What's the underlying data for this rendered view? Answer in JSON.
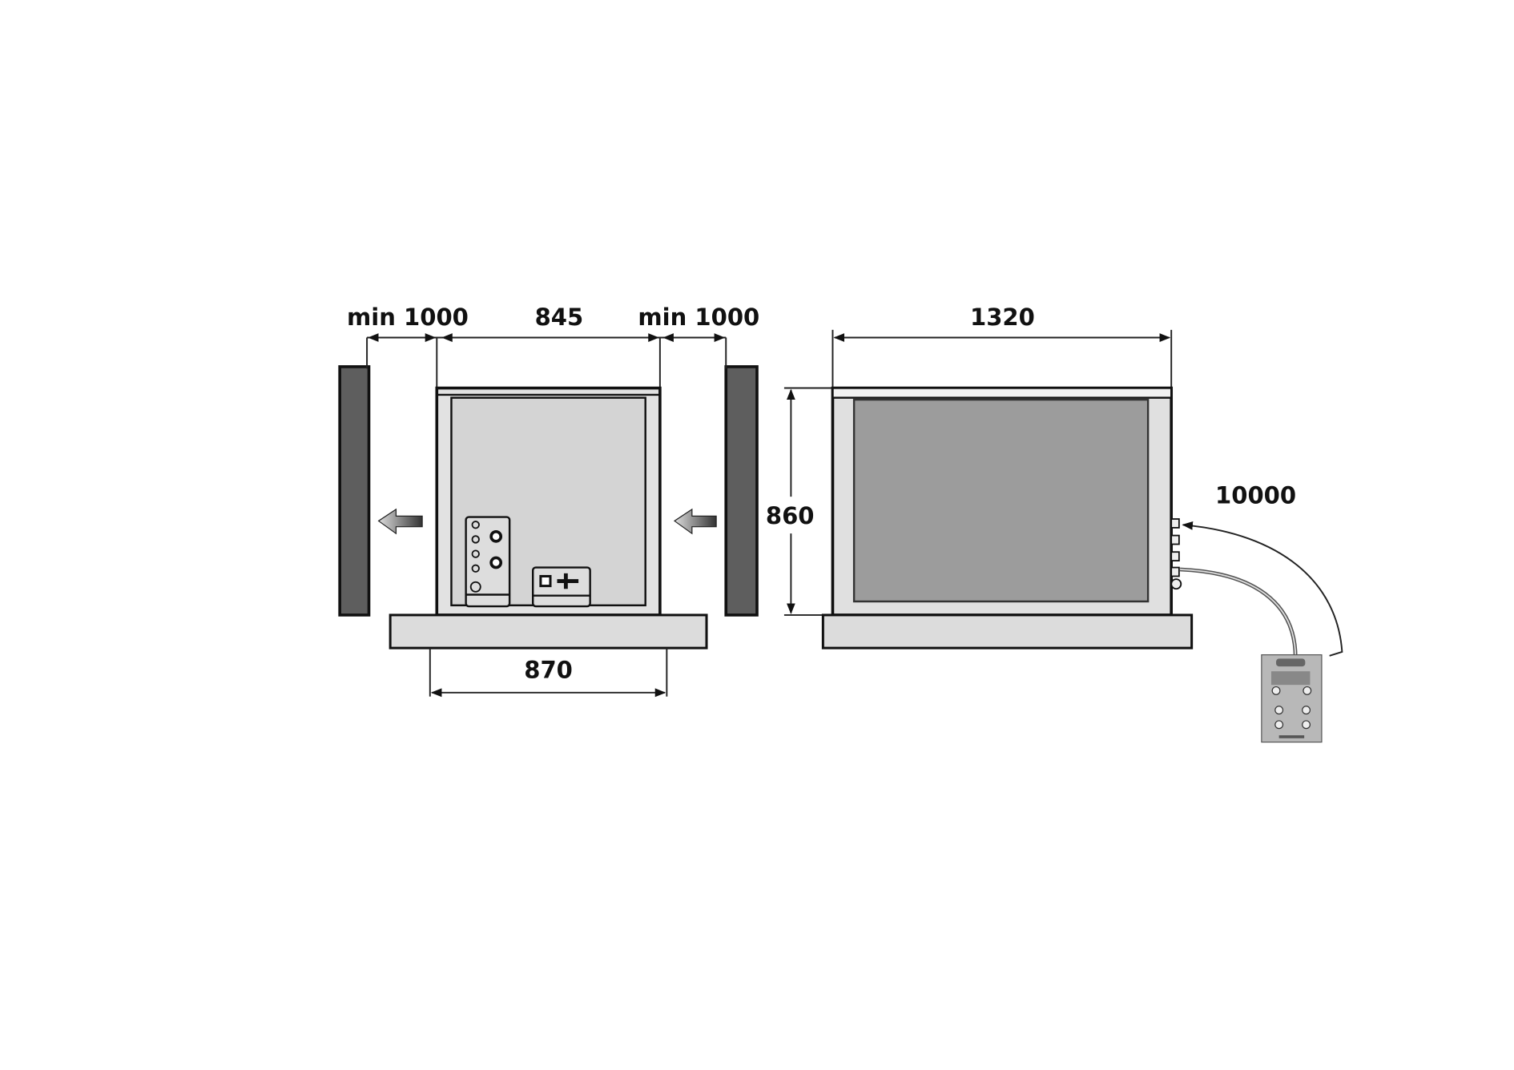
{
  "front_view": {
    "clearance_left": "min 1000",
    "width": "845",
    "clearance_right": "min 1000",
    "base_width": "870"
  },
  "side_view": {
    "length": "1320",
    "height": "860",
    "cable_length": "10000"
  },
  "colors": {
    "wall": "#5e5e5e",
    "panel_light": "#d4d4d4",
    "panel_dark": "#9c9c9c",
    "frame": "#e2e2e2"
  }
}
